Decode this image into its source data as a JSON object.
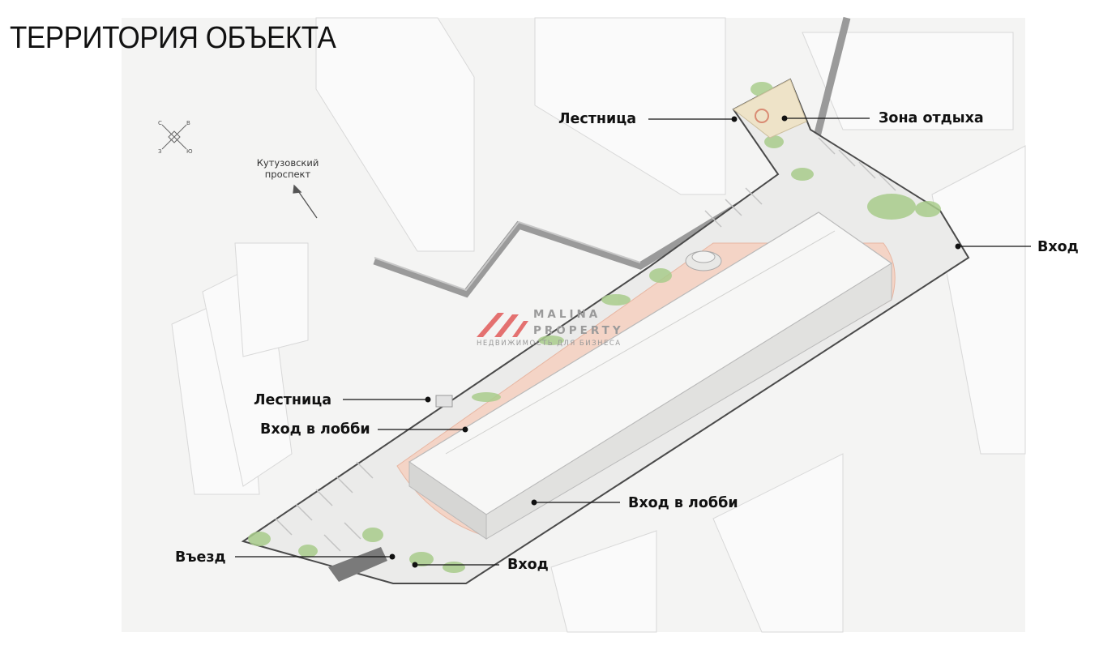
{
  "title": "ТЕРРИТОРИЯ ОБЪЕКТА",
  "road_label": {
    "line1": "Кутузовский",
    "line2": "проспект"
  },
  "compass": {
    "n": "С",
    "e": "В",
    "w": "З",
    "s": "Ю"
  },
  "watermark": {
    "brand_line1": "MALINA",
    "brand_line2": "PROPERTY",
    "tagline": "НЕДВИЖИМОСТЬ ДЛЯ БИЗНЕСА",
    "brand_color": "#e0504f"
  },
  "callouts": {
    "stairs_top": "Лестница",
    "rest_zone": "Зона отдыха",
    "entrance_east": "Вход",
    "stairs_mid": "Лестница",
    "lobby_entrance_1": "Вход в лобби",
    "lobby_entrance_2": "Вход в лобби",
    "vehicle_entry": "Въезд",
    "entrance_south": "Вход"
  },
  "colors": {
    "site_boundary": "#4a4a4a",
    "paving": "#f2c9b8",
    "greenery": "#9cc27e",
    "building": "#e6e6e4"
  }
}
